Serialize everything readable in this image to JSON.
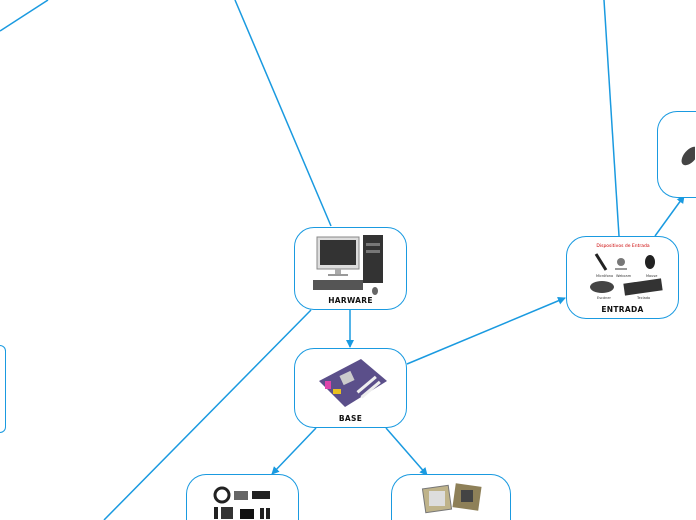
{
  "colors": {
    "accent": "#1a9ae0"
  },
  "nodes": {
    "hardware": {
      "label": "HARWARE",
      "image": "desktop-computer"
    },
    "base": {
      "label": "BASE",
      "image": "motherboard"
    },
    "entrada": {
      "label": "ENTRADA",
      "image": "input-devices",
      "image_text": {
        "title": "Dispositivos de Entrada",
        "items": [
          "Micrófono",
          "Webcam",
          "Mouse",
          "Escáner",
          "Teclado"
        ]
      }
    },
    "top_right": {
      "image": "mouse"
    },
    "bottom_left": {
      "image": "output-devices"
    },
    "bottom_right": {
      "image": "processors"
    }
  }
}
